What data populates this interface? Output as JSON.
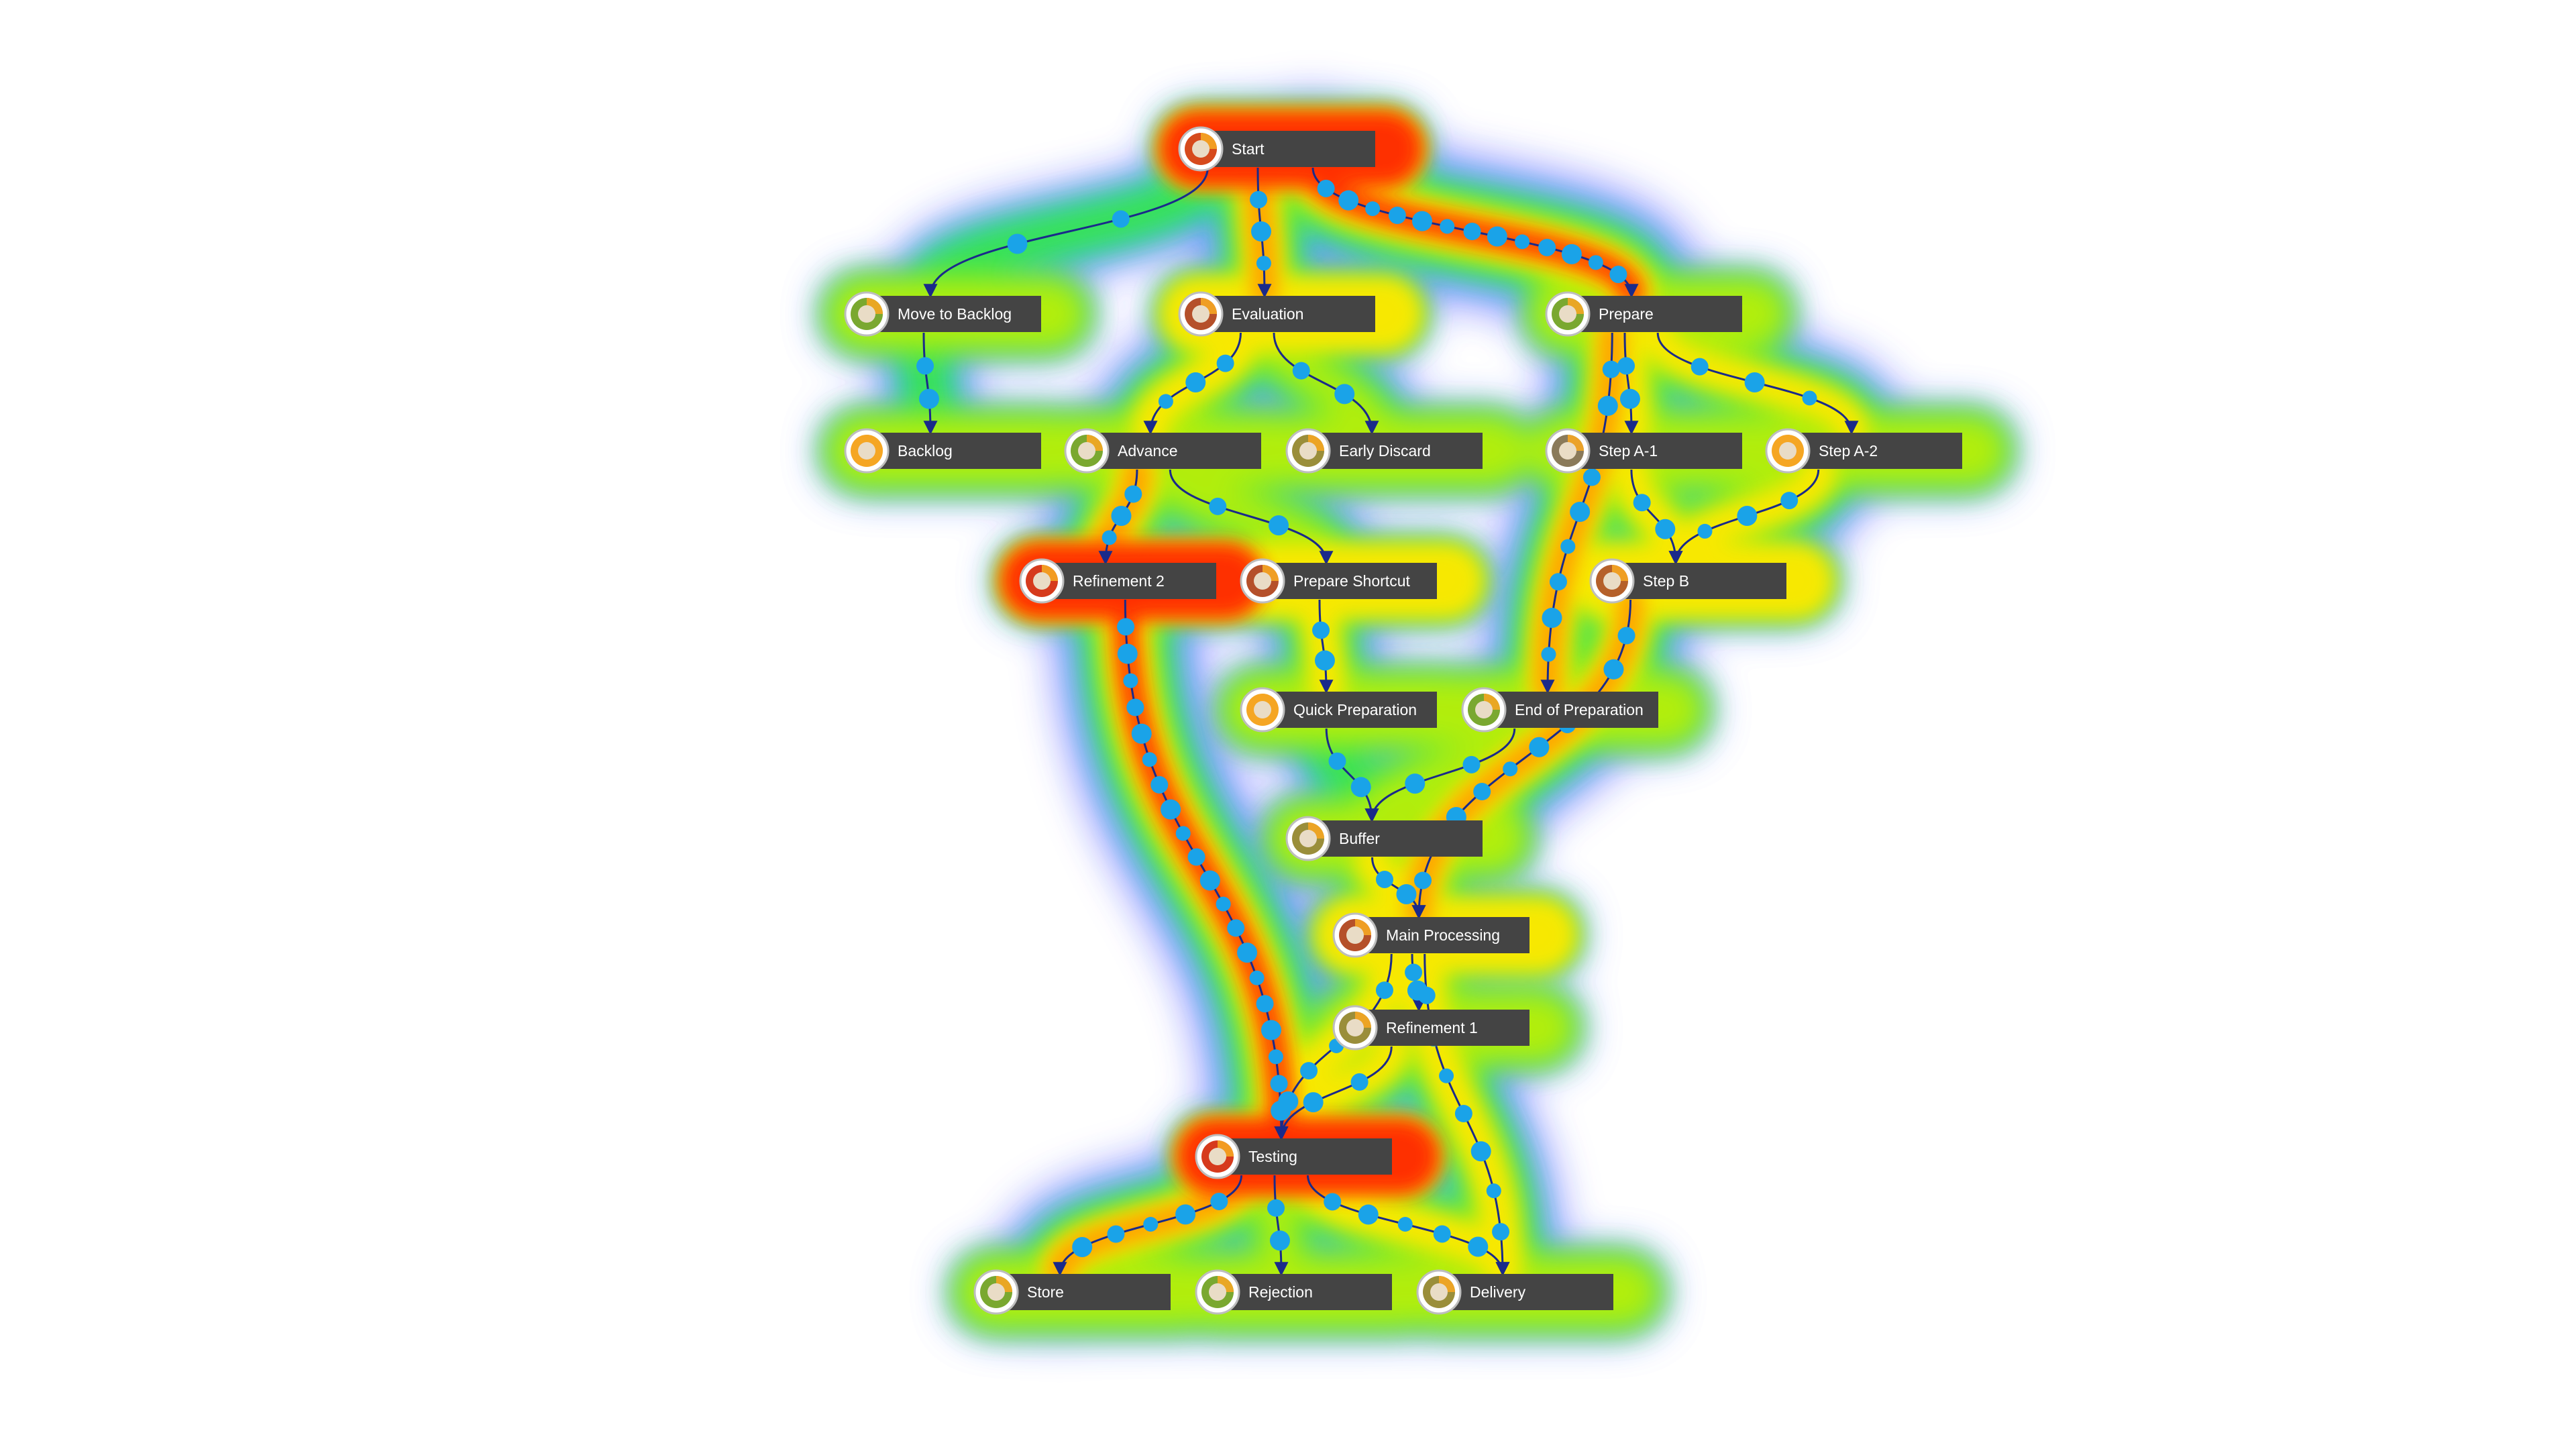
{
  "diagram": {
    "nodes": [
      {
        "id": "start",
        "label": "Start",
        "ring": "#d64a1c",
        "status": "hot"
      },
      {
        "id": "move-backlog",
        "label": "Move to Backlog",
        "ring": "#7aa830",
        "status": "normal"
      },
      {
        "id": "evaluation",
        "label": "Evaluation",
        "ring": "#b5502a",
        "status": "warm"
      },
      {
        "id": "prepare",
        "label": "Prepare",
        "ring": "#7aa830",
        "status": "normal"
      },
      {
        "id": "backlog",
        "label": "Backlog",
        "ring": "#f5a623",
        "status": "normal"
      },
      {
        "id": "advance",
        "label": "Advance",
        "ring": "#7aa830",
        "status": "normal"
      },
      {
        "id": "early-discard",
        "label": "Early Discard",
        "ring": "#9a8e3a",
        "status": "normal"
      },
      {
        "id": "step-a1",
        "label": "Step A-1",
        "ring": "#8a7a5a",
        "status": "normal"
      },
      {
        "id": "step-a2",
        "label": "Step A-2",
        "ring": "#f5a623",
        "status": "normal"
      },
      {
        "id": "refinement-2",
        "label": "Refinement 2",
        "ring": "#d63a1c",
        "status": "hot"
      },
      {
        "id": "prepare-shortcut",
        "label": "Prepare Shortcut",
        "ring": "#b5502a",
        "status": "warm"
      },
      {
        "id": "step-b",
        "label": "Step B",
        "ring": "#b5602a",
        "status": "warm"
      },
      {
        "id": "quick-preparation",
        "label": "Quick Preparation",
        "ring": "#f5a623",
        "status": "normal"
      },
      {
        "id": "end-of-preparation",
        "label": "End of Preparation",
        "ring": "#7aa830",
        "status": "normal"
      },
      {
        "id": "buffer",
        "label": "Buffer",
        "ring": "#9a8e3a",
        "status": "normal"
      },
      {
        "id": "main-processing",
        "label": "Main Processing",
        "ring": "#b5502a",
        "status": "warm"
      },
      {
        "id": "refinement-1",
        "label": "Refinement 1",
        "ring": "#9a8e3a",
        "status": "normal"
      },
      {
        "id": "testing",
        "label": "Testing",
        "ring": "#d63a1c",
        "status": "hot"
      },
      {
        "id": "store",
        "label": "Store",
        "ring": "#7aa830",
        "status": "normal"
      },
      {
        "id": "rejection",
        "label": "Rejection",
        "ring": "#7aa830",
        "status": "normal"
      },
      {
        "id": "delivery",
        "label": "Delivery",
        "ring": "#9a8e3a",
        "status": "normal"
      }
    ],
    "edges": [
      {
        "from": "start",
        "to": "move-backlog",
        "load": 0.1
      },
      {
        "from": "start",
        "to": "evaluation",
        "load": 0.7
      },
      {
        "from": "start",
        "to": "prepare",
        "load": 1.0
      },
      {
        "from": "move-backlog",
        "to": "backlog",
        "load": 0.1
      },
      {
        "from": "evaluation",
        "to": "advance",
        "load": 0.6
      },
      {
        "from": "evaluation",
        "to": "early-discard",
        "load": 0.3
      },
      {
        "from": "prepare",
        "to": "step-a1",
        "load": 0.6
      },
      {
        "from": "prepare",
        "to": "step-a2",
        "load": 0.4
      },
      {
        "from": "prepare",
        "to": "end-of-preparation",
        "load": 0.7
      },
      {
        "from": "advance",
        "to": "refinement-2",
        "load": 0.8
      },
      {
        "from": "advance",
        "to": "prepare-shortcut",
        "load": 0.3
      },
      {
        "from": "step-a1",
        "to": "step-b",
        "load": 0.5
      },
      {
        "from": "step-a2",
        "to": "step-b",
        "load": 0.5
      },
      {
        "from": "step-b",
        "to": "main-processing",
        "load": 0.7
      },
      {
        "from": "prepare-shortcut",
        "to": "quick-preparation",
        "load": 0.5
      },
      {
        "from": "quick-preparation",
        "to": "buffer",
        "load": 0.2
      },
      {
        "from": "end-of-preparation",
        "to": "buffer",
        "load": 0.3
      },
      {
        "from": "buffer",
        "to": "main-processing",
        "load": 0.5
      },
      {
        "from": "refinement-2",
        "to": "testing",
        "load": 1.0
      },
      {
        "from": "main-processing",
        "to": "refinement-1",
        "load": 0.5
      },
      {
        "from": "main-processing",
        "to": "testing",
        "load": 0.6
      },
      {
        "from": "main-processing",
        "to": "delivery",
        "load": 0.6
      },
      {
        "from": "refinement-1",
        "to": "testing",
        "load": 0.4
      },
      {
        "from": "testing",
        "to": "store",
        "load": 0.7
      },
      {
        "from": "testing",
        "to": "rejection",
        "load": 0.3
      },
      {
        "from": "testing",
        "to": "delivery",
        "load": 0.6
      }
    ],
    "colors": {
      "node_box": "#444444",
      "node_text": "#ffffff",
      "edge_line": "#1a2a8a",
      "token": "#1aa3e8",
      "heat_low": "#6a4cff",
      "heat_mid": "#ffee00",
      "heat_high": "#ff2a00"
    }
  }
}
